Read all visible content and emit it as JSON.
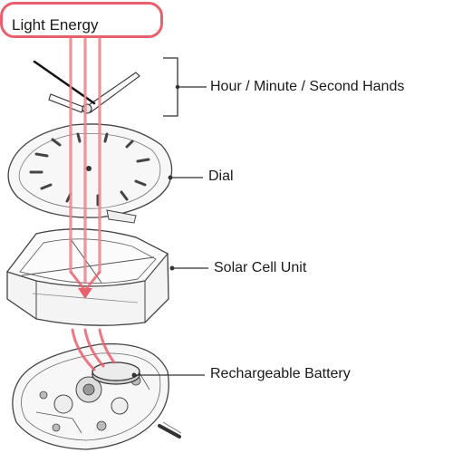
{
  "diagram": {
    "title": "Light Energy",
    "labels": {
      "hands": "Hour / Minute / Second Hands",
      "dial": "Dial",
      "solar": "Solar Cell Unit",
      "battery": "Rechargeable Battery"
    }
  },
  "colors": {
    "light": "#e8606e",
    "light_fill": "#f6b7bf",
    "line": "#444444"
  }
}
